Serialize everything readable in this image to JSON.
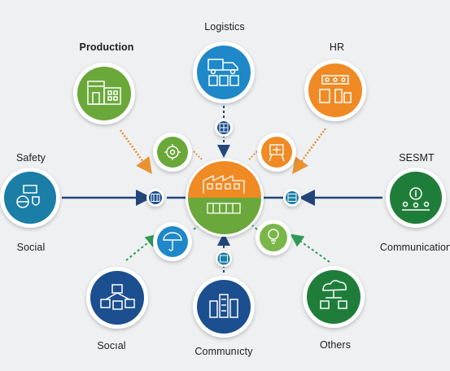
{
  "labels": {
    "production": "Production",
    "logistics": "Logistics",
    "hr": "HR",
    "safety": "Safety",
    "sesmt": "SESMT",
    "social_left": "Social",
    "communication": "Communication",
    "social_bottom": "Socıal",
    "community": "Communıcty",
    "others": "Others"
  },
  "colors": {
    "background": "#eef0f2",
    "green": "#6aa83a",
    "dark_green": "#1f7d3a",
    "blue": "#1e88c8",
    "navy": "#1b4f8f",
    "orange": "#f08a24",
    "teal": "#1a7ea6",
    "arrow_navy": "#23457a",
    "arrow_orange": "#e89230",
    "arrow_green": "#2f9a56"
  },
  "icons": {
    "production": "factory-icon",
    "logistics": "delivery-truck-icon",
    "hr": "people-documents-icon",
    "safety": "globe-shield-icon",
    "sesmt": "workers-icon",
    "social": "network-icon",
    "community": "buildings-icon",
    "others": "cloud-network-icon",
    "hub": "factory-hub-icon"
  }
}
